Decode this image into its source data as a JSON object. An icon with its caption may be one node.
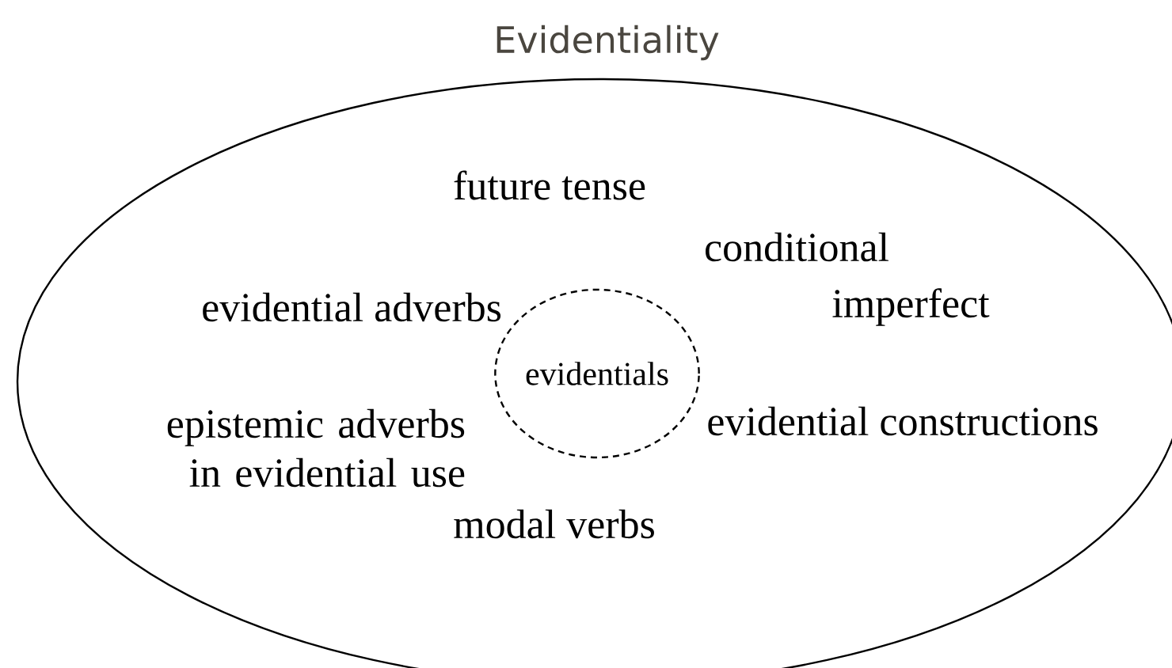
{
  "diagram": {
    "nodes": [
      {
        "text": [
          "Evidentiality"
        ]
      },
      {
        "text": [
          "evidentials"
        ],
        "in": 0
      }
    ],
    "labels": [
      "future tense",
      "conditional",
      "evidential adverbs",
      "imperfect",
      "epistemic adverbs in evidential use",
      "evidential constructions",
      "modal verbs"
    ]
  }
}
